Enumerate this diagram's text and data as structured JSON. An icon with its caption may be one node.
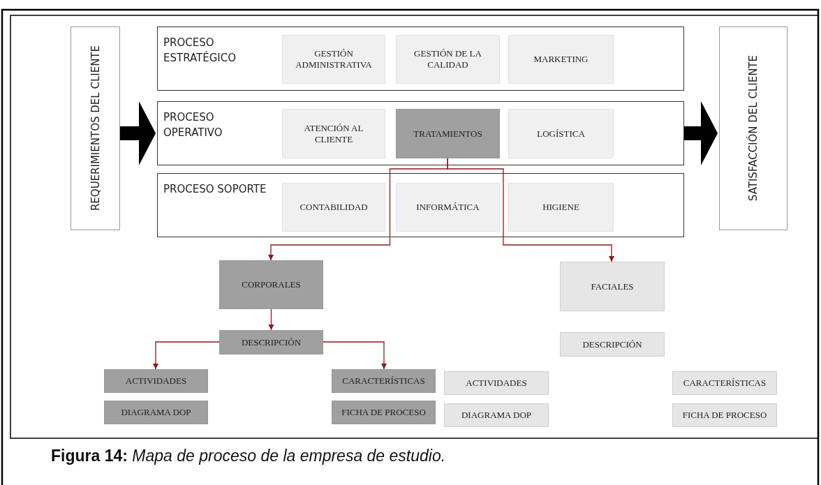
{
  "diagram": {
    "caption": "**Figura 14:** *Mapa de proceso de la empresa de estudio.*",
    "nodes": [
      {
        "text": [
          "REQUERIMIENTOS DEL CLIENTE"
        ]
      },
      {
        "text": [
          "PROCESO ESTRATÉGICO"
        ]
      },
      {
        "text": [
          "GESTIÓN ADMINISTRATIVA"
        ],
        "in": 1
      },
      {
        "text": [
          "GESTIÓN DE LA CALIDAD"
        ],
        "in": 1
      },
      {
        "text": [
          "MARKETING"
        ],
        "in": 1
      },
      {
        "text": [
          "PROCESO OPERATIVO"
        ]
      },
      {
        "text": [
          "ATENCIÓN AL CLIENTE"
        ],
        "in": 5
      },
      {
        "text": [
          "TRATAMIENTOS"
        ],
        "in": 5
      },
      {
        "text": [
          "LOGÍSTICA"
        ],
        "in": 5
      },
      {
        "text": [
          "PROCESO SOPORTE"
        ]
      },
      {
        "text": [
          "CONTABILIDAD"
        ],
        "in": 9
      },
      {
        "text": [
          "INFORMÁTICA"
        ],
        "in": 9
      },
      {
        "text": [
          "HIGIENE"
        ],
        "in": 9
      },
      {
        "text": [
          "SATISFACCIÓN DEL CLIENTE"
        ]
      },
      {
        "text": [
          "CORPORALES"
        ]
      },
      {
        "text": [
          "FACIALES"
        ]
      },
      {
        "text": [
          "DESCRIPCIÓN"
        ]
      },
      {
        "text": [
          "DESCRIPCIÓN"
        ]
      },
      {
        "text": [
          "ACTIVIDADES"
        ]
      },
      {
        "text": [
          "DIAGRAMA DOP"
        ]
      },
      {
        "text": [
          "CARACTERÍSTICAS"
        ]
      },
      {
        "text": [
          "FICHA DE PROCESO"
        ]
      },
      {
        "text": [
          "ACTIVIDADES"
        ]
      },
      {
        "text": [
          "DIAGRAMA DOP"
        ]
      },
      {
        "text": [
          "CARACTERÍSTICAS"
        ]
      },
      {
        "text": [
          "FICHA DE PROCESO"
        ]
      }
    ],
    "edges": [
      {
        "from": 0,
        "to": 5,
        "arrow": "to",
        "style": "thick",
        "color": "#000000"
      },
      {
        "from": 5,
        "to": 13,
        "arrow": "to",
        "style": "thick",
        "color": "#000000"
      },
      {
        "from": 7,
        "to": 14,
        "arrow": "to"
      },
      {
        "from": 7,
        "to": 15,
        "arrow": "to"
      },
      {
        "from": 14,
        "to": 16,
        "arrow": "to"
      },
      {
        "from": 16,
        "to": 18,
        "arrow": "to"
      },
      {
        "from": 16,
        "to": 20,
        "arrow": "to"
      }
    ]
  }
}
